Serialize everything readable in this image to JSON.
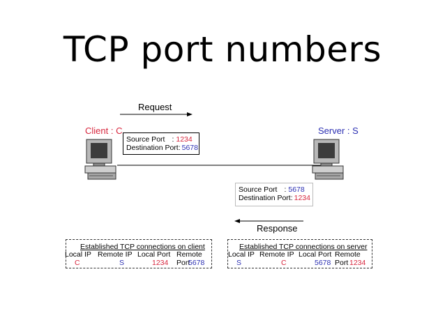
{
  "title": "TCP port numbers",
  "colors": {
    "accent_red": "#d7263d",
    "accent_blue": "#2b2fb2"
  },
  "request_label": "Request",
  "response_label": "Response",
  "client_label": "Client : C",
  "server_label": "Server : S",
  "request_packet": {
    "source_label": "Source Port",
    "source_sep": ":",
    "source_value": "1234",
    "dest_label": "Destination Port:",
    "dest_value": "5678"
  },
  "response_packet": {
    "source_label": "Source Port",
    "source_sep": ":",
    "source_value": "5678",
    "dest_label": "Destination Port:",
    "dest_value": "1234"
  },
  "client_table": {
    "title": "Established TCP connections on client",
    "headers": [
      "Local IP",
      "Remote IP",
      "Local Port",
      "Remote Port"
    ],
    "values": [
      "C",
      "S",
      "1234",
      "5678"
    ]
  },
  "server_table": {
    "title": "Established TCP connections on server",
    "headers": [
      "Local IP",
      "Remote IP",
      "Local Port",
      "Remote Port"
    ],
    "values": [
      "S",
      "C",
      "5678",
      "1234"
    ]
  },
  "icons": [
    "client-computer-icon",
    "server-computer-icon"
  ]
}
